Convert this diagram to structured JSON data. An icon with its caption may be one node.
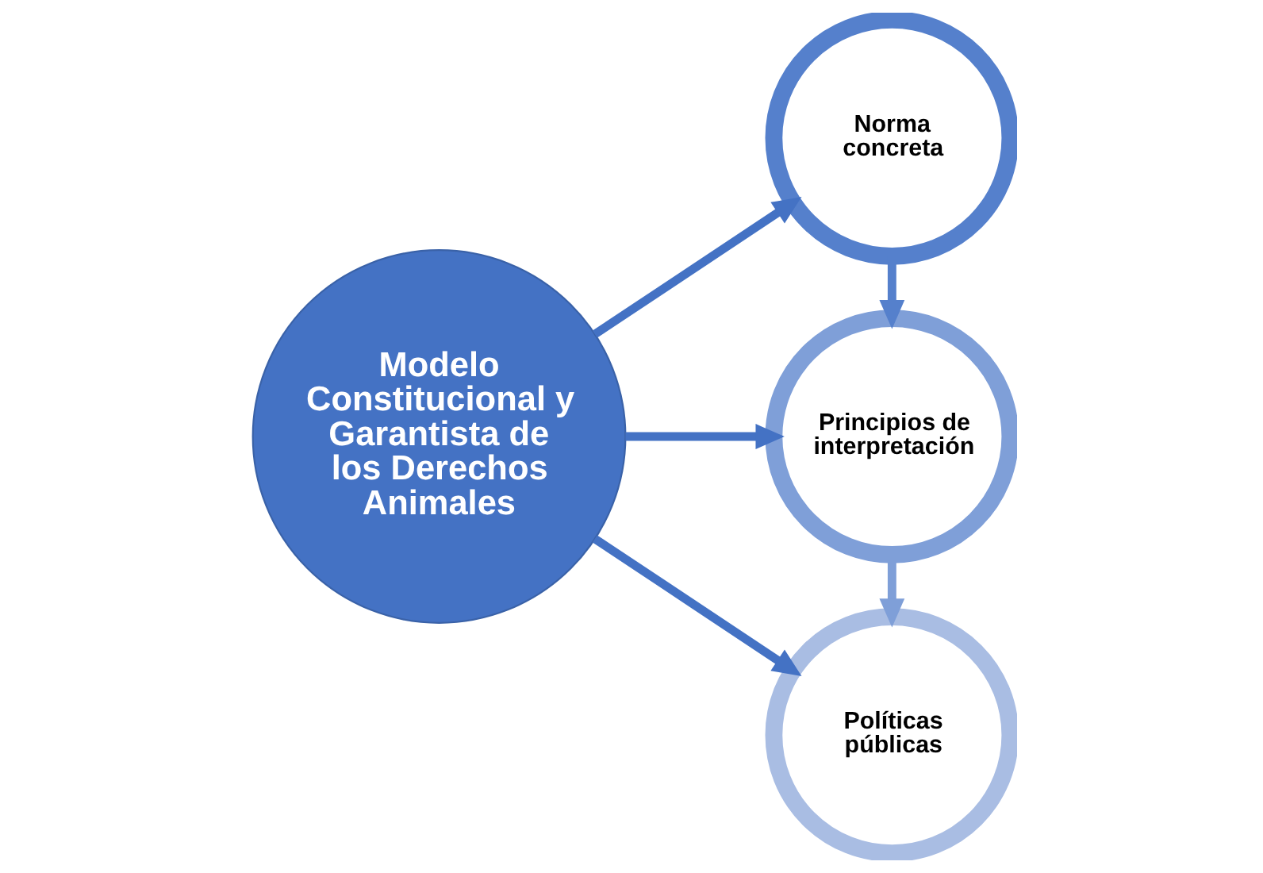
{
  "diagram": {
    "nodes": [
      {
        "text": [
          "Modelo Constitucional y Garantista de los Derechos Animales"
        ]
      },
      {
        "text": [
          "Norma concreta"
        ]
      },
      {
        "text": [
          "Principios de interpretación"
        ]
      },
      {
        "text": [
          "Políticas públicas"
        ]
      }
    ],
    "edges": [
      {
        "from": 0,
        "to": 1,
        "arrow": "to"
      },
      {
        "from": 0,
        "to": 2,
        "arrow": "to"
      },
      {
        "from": 0,
        "to": 3,
        "arrow": "to"
      },
      {
        "from": 1,
        "to": 2,
        "arrow": "to",
        "color": "#5580cc"
      },
      {
        "from": 2,
        "to": 3,
        "arrow": "to",
        "color": "#7f9fd8"
      }
    ]
  }
}
